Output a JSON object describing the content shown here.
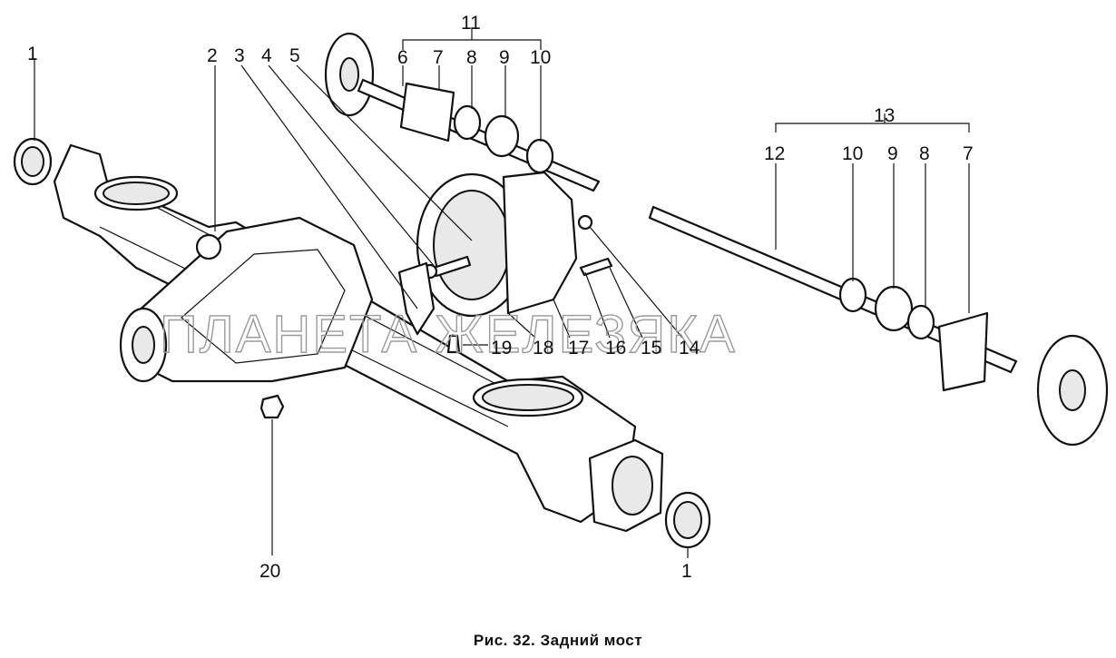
{
  "figure": {
    "caption": "Рис. 32. Задний мост",
    "watermark": "ПЛАНЕТА ЖЕЛЕЗЯКА"
  },
  "callouts": {
    "n1_left": "1",
    "n2": "2",
    "n3": "3",
    "n4": "4",
    "n5": "5",
    "n11": "11",
    "n6": "6",
    "n7_left": "7",
    "n8_left": "8",
    "n9_left": "9",
    "n10_left": "10",
    "n13": "13",
    "n12": "12",
    "n10_right": "10",
    "n9_right": "9",
    "n8_right": "8",
    "n7_right": "7",
    "n19": "19",
    "n18": "18",
    "n17": "17",
    "n16": "16",
    "n15": "15",
    "n14": "14",
    "n20": "20",
    "n1_bottom": "1"
  },
  "colors": {
    "ink": "#111111",
    "watermark": "#9a9a9a",
    "background": "#ffffff"
  }
}
